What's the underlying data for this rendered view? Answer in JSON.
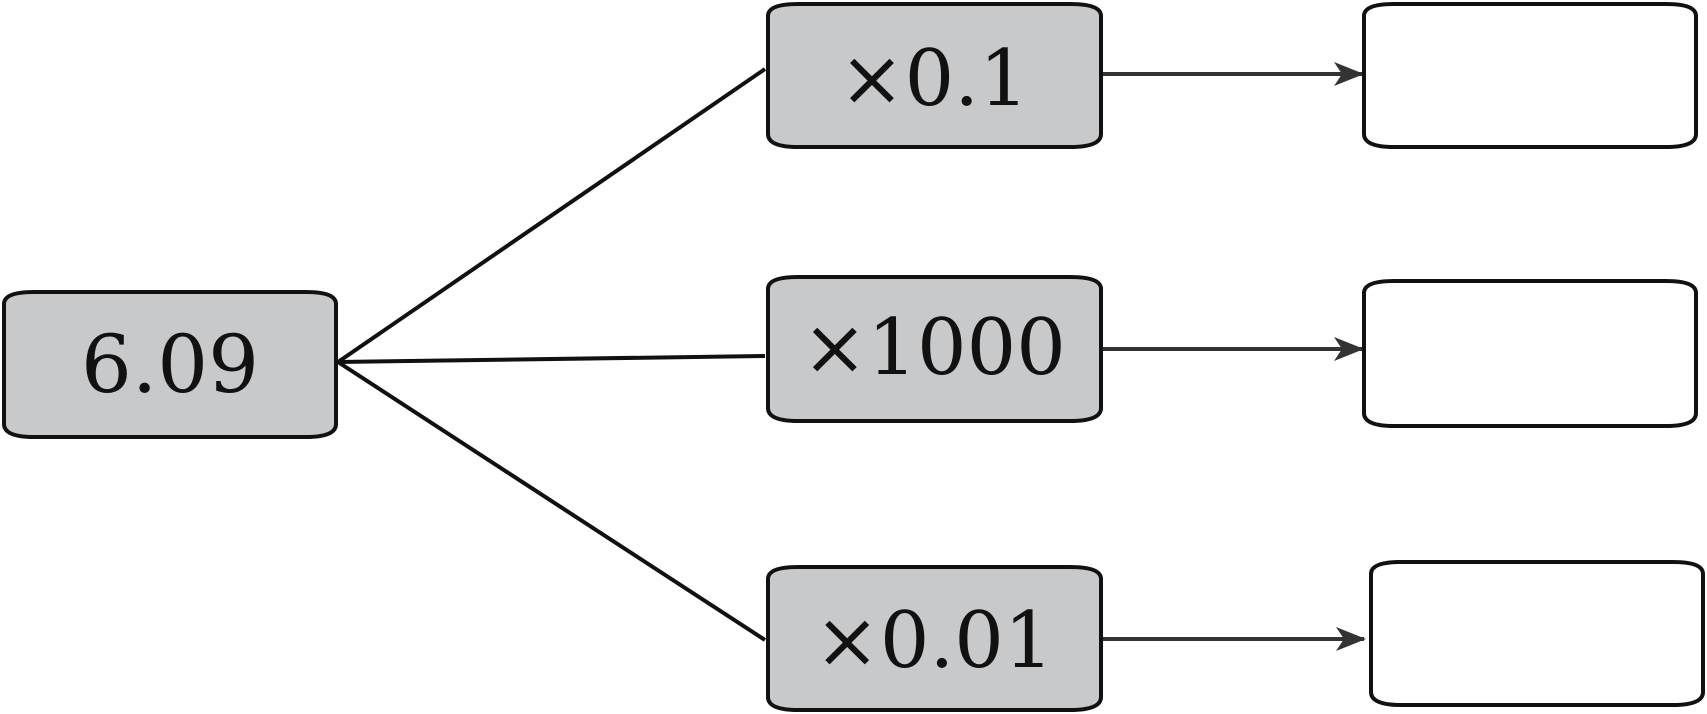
{
  "source": {
    "value": "6.09",
    "fill": "#c8c9cb"
  },
  "operators": [
    {
      "label": "×0.1",
      "fill": "#c8c9cb"
    },
    {
      "label": "×1000",
      "fill": "#c8c9cb"
    },
    {
      "label": "×0.01",
      "fill": "#c8c9cb"
    }
  ],
  "results": [
    {
      "value": ""
    },
    {
      "value": ""
    },
    {
      "value": ""
    }
  ],
  "colors": {
    "stroke": "#111111",
    "result_fill": "#ffffff"
  }
}
